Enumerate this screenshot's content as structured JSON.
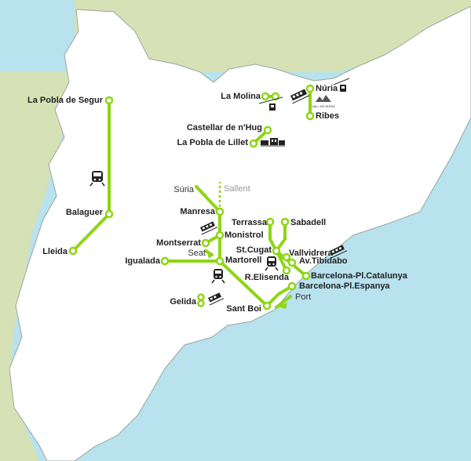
{
  "colors": {
    "sea": "#b7e2ee",
    "land_outside": "#d6e2b5",
    "region": "#ffffff",
    "border": "#9aa6a0",
    "line": "#8dd613",
    "station_fill": "#ffffff",
    "text": "#222222"
  },
  "stations": {
    "la_pobla_de_segur": "La Pobla de Segur",
    "balaguer": "Balaguer",
    "lleida": "Lleida",
    "la_molina": "La Molina",
    "nuria": "Núria",
    "ribes": "Ribes",
    "castellar": "Castellar de n'Hug",
    "la_pobla_de_lillet": "La Pobla de Lillet",
    "suria": "Súria",
    "sallent": "Sallent",
    "manresa": "Manresa",
    "monistrol": "Monistrol",
    "montserrat": "Montserrat",
    "seat": "Seat",
    "igualada": "Igualada",
    "martorell": "Martorell",
    "terrassa": "Terrassa",
    "sabadell": "Sabadell",
    "vallvidrera": "Vallvidrera",
    "st_cugat": "St.Cugat",
    "av_tibidabo": "Av.Tibidabo",
    "r_elisenda": "R.Elisenda",
    "barcelona_pl_catalunya": "Barcelona-Pl.Catalunya",
    "barcelona_pl_espanya": "Barcelona-Pl.Espanya",
    "gelida": "Gelida",
    "sant_boi": "Sant Boi",
    "port": "Port"
  },
  "icons": {
    "train": "train-icon",
    "funicular": "funicular-icon",
    "cable_car": "cable-car-icon",
    "rack_railway": "rack-railway-icon",
    "heritage_train": "heritage-train-icon",
    "logo_text": "VALL DE NÚRIA"
  }
}
